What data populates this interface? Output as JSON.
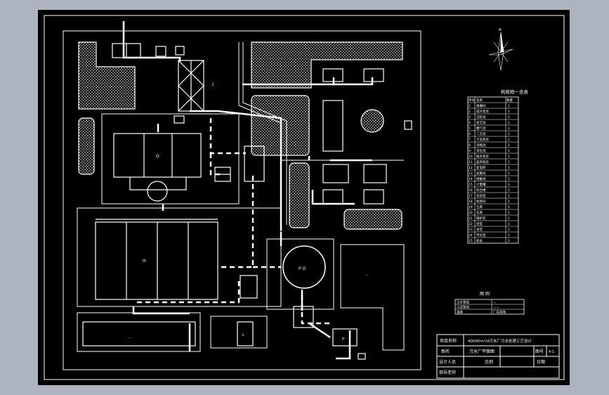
{
  "colors": {
    "frame_bg": "#adb4bf",
    "paper": "#000000",
    "line": "#ffffff"
  },
  "labels": {
    "tank_o": "O",
    "tank_h": "H",
    "tank_po": "P O",
    "building_right": "...",
    "bottom_left": "...",
    "l": "L",
    "p": "P",
    "c": "C"
  },
  "structure_table": {
    "title": "构筑物一览表",
    "header_no": "序号",
    "header_name": "名称",
    "header_qty": "数量",
    "rows": [
      {
        "no": "1",
        "name": "格栅间",
        "qty": "1"
      },
      {
        "no": "2",
        "name": "提升泵房",
        "qty": "1"
      },
      {
        "no": "3",
        "name": "沉砂池",
        "qty": "1"
      },
      {
        "no": "4",
        "name": "初沉池",
        "qty": "1"
      },
      {
        "no": "5",
        "name": "曝气池",
        "qty": "1"
      },
      {
        "no": "6",
        "name": "二沉池",
        "qty": "2"
      },
      {
        "no": "7",
        "name": "污泥泵房",
        "qty": "1"
      },
      {
        "no": "8",
        "name": "浓缩池",
        "qty": "1"
      },
      {
        "no": "9",
        "name": "消化池",
        "qty": "1"
      },
      {
        "no": "10",
        "name": "脱水机房",
        "qty": "1"
      },
      {
        "no": "11",
        "name": "鼓风机房",
        "qty": "1"
      },
      {
        "no": "12",
        "name": "变电所",
        "qty": "1"
      },
      {
        "no": "13",
        "name": "加氯间",
        "qty": "1"
      },
      {
        "no": "14",
        "name": "接触池",
        "qty": "1"
      },
      {
        "no": "15",
        "name": "计量槽",
        "qty": "1"
      },
      {
        "no": "16",
        "name": "综合楼",
        "qty": "1"
      },
      {
        "no": "17",
        "name": "化验室",
        "qty": "1"
      },
      {
        "no": "18",
        "name": "机修间",
        "qty": "1"
      },
      {
        "no": "19",
        "name": "仓库",
        "qty": "1"
      },
      {
        "no": "20",
        "name": "车库",
        "qty": "1"
      },
      {
        "no": "21",
        "name": "锅炉房",
        "qty": "1"
      },
      {
        "no": "22",
        "name": "浴室",
        "qty": "1"
      },
      {
        "no": "23",
        "name": "食堂",
        "qty": "1"
      },
      {
        "no": "24",
        "name": "传达室",
        "qty": "1"
      },
      {
        "no": "25",
        "name": "宿舍",
        "qty": "2"
      }
    ]
  },
  "legend": {
    "title": "图 例",
    "items": [
      {
        "left": "污水管线",
        "right": "—"
      },
      {
        "left": "污泥管线",
        "right": "——"
      },
      {
        "left": "道路",
        "right": "厂区围墙"
      }
    ]
  },
  "title_block": {
    "project_label": "项目名称",
    "project_value": "40000m³/d污水厂污水处理工艺设计",
    "drawing_label": "图名",
    "drawing_value": "污水厂平面图",
    "drawing_no_label": "图号",
    "drawing_no_value": "4-1",
    "designer_label": "设计人员",
    "scale_label": "比例",
    "date_label": "日期",
    "checker_label": "指导老师"
  },
  "compass": {
    "label": "N"
  }
}
